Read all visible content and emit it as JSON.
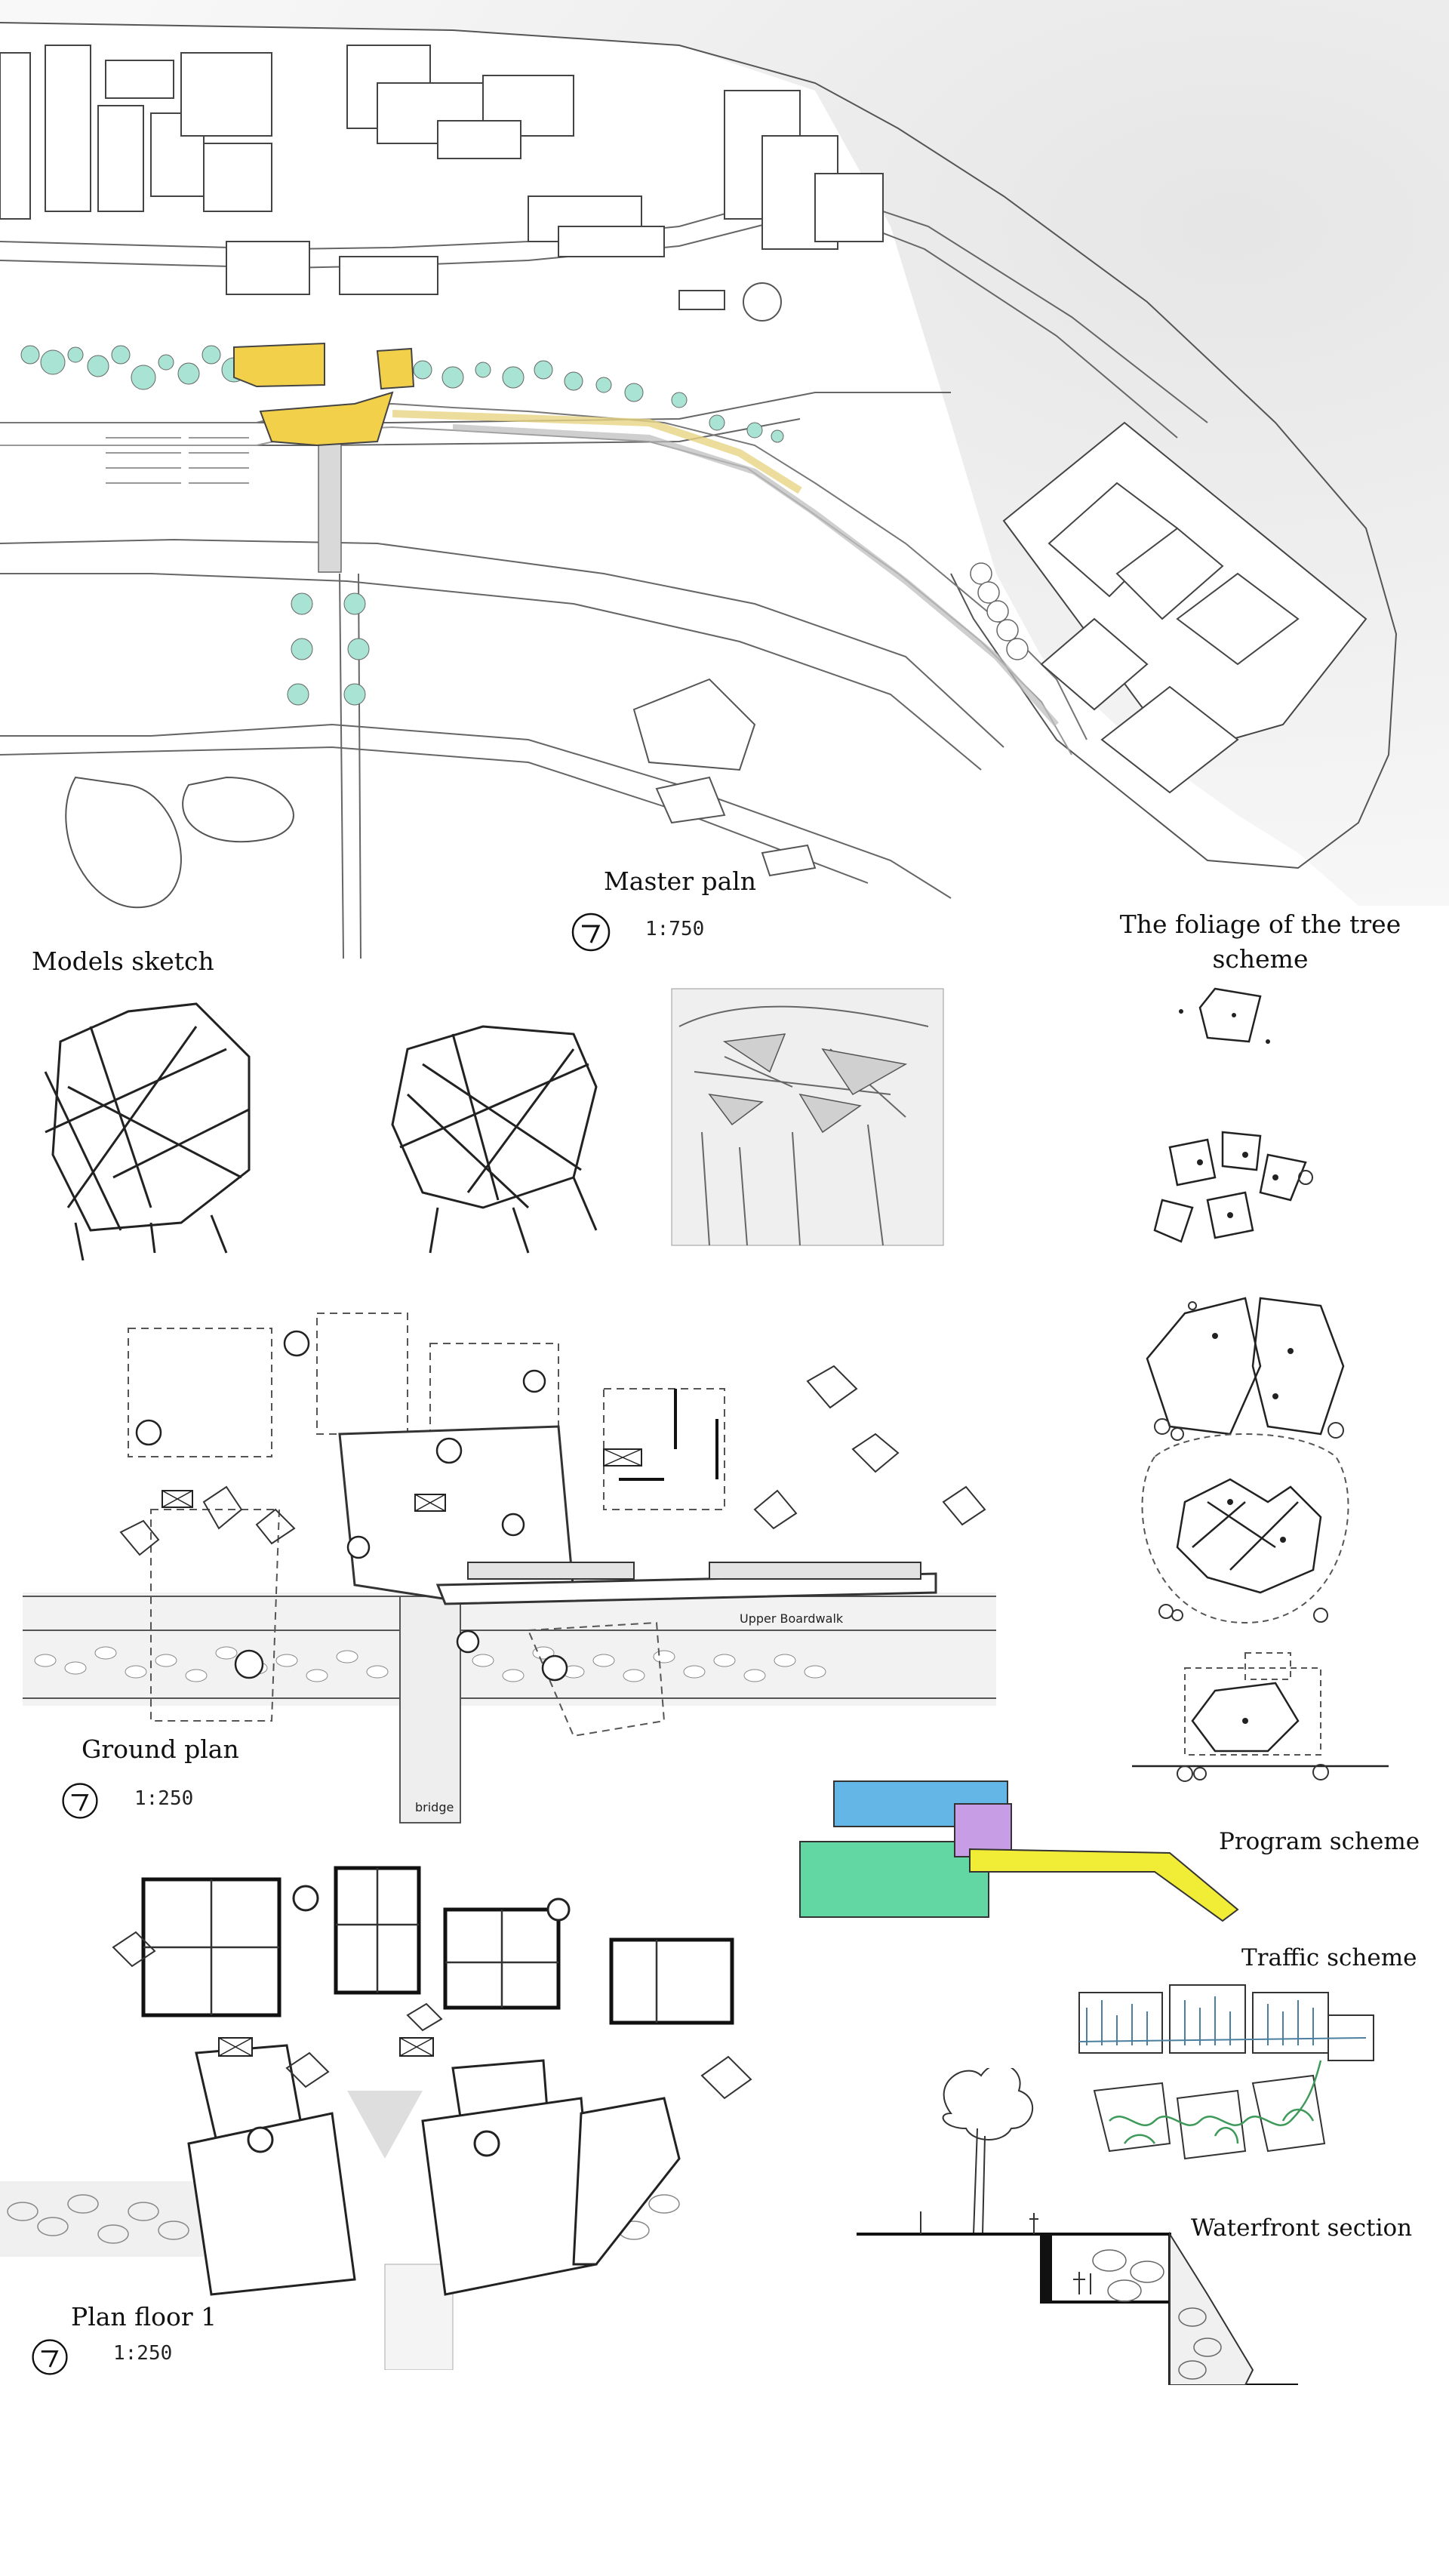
{
  "labels": {
    "master_plan": "Master paln",
    "master_scale": "1:750",
    "models_sketch": "Models sketch",
    "foliage_line1": "The foliage of the tree",
    "foliage_line2": "scheme",
    "ground_plan": "Ground plan",
    "ground_scale": "1:250",
    "program_scheme": "Program scheme",
    "traffic_scheme": "Traffic scheme",
    "plan_floor": "Plan floor 1",
    "floor_scale": "1:250",
    "waterfront_section": "Waterfront section",
    "upper_boardwalk": "Upper Boardwalk",
    "bridge": "bridge"
  },
  "colors": {
    "building_yellow": "#f2d04a",
    "tree_green": "#a9e3d3",
    "program_blue": "#64b6e6",
    "program_green": "#62d7a3",
    "program_purple": "#c79de6",
    "program_yellow": "#f1ec35",
    "traffic_blue": "#4a7fa0",
    "traffic_green": "#3e9a5a"
  },
  "icons": [
    "north-arrow-icon"
  ]
}
